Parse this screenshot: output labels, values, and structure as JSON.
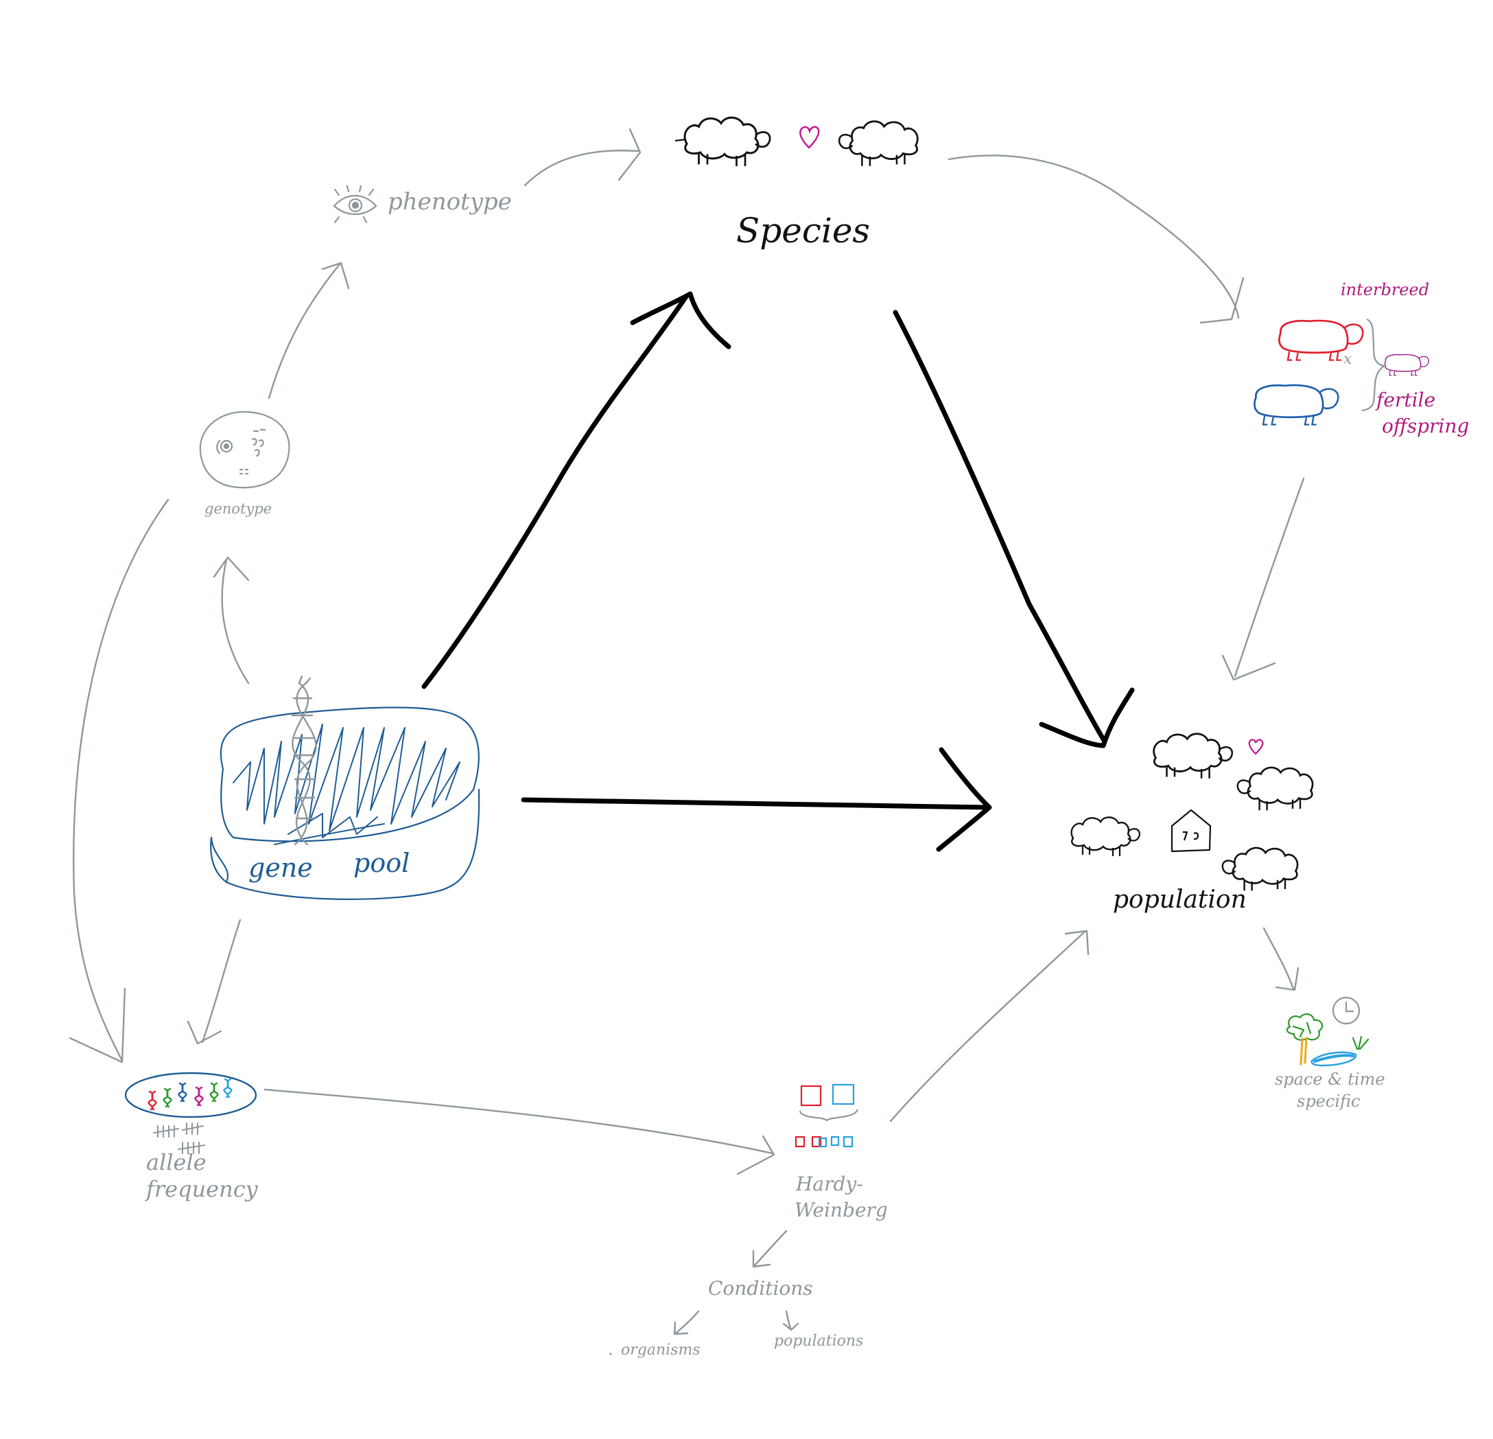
{
  "labels": {
    "species": "Species",
    "phenotype": "phenotype",
    "genotype": "genotype",
    "gene_pool_1": "gene",
    "gene_pool_2": "pool",
    "allele_frequency_1": "allele",
    "allele_frequency_2": "frequency",
    "hardy_weinberg_1": "Hardy-",
    "hardy_weinberg_2": "Weinberg",
    "conditions": "Conditions",
    "organisms": "organisms",
    "populations": "populations",
    "population": "population",
    "space_time_1": "space & time",
    "space_time_2": "specific",
    "interbreed": "interbreed",
    "fertile_1": "fertile",
    "fertile_2": "offspring",
    "cross": "x"
  },
  "colors": {
    "background": "#ffffff",
    "main_arrows": "#000000",
    "secondary_arrows": "#8e979c",
    "gene_pool": "#1f5c94",
    "heart": "#c0168a",
    "sheep_red": "#e0202e",
    "sheep_blue": "#1e5fa8",
    "sheep_purple": "#9c1a86",
    "tree_green": "#2a9a2a",
    "water_blue": "#28a0e0"
  }
}
